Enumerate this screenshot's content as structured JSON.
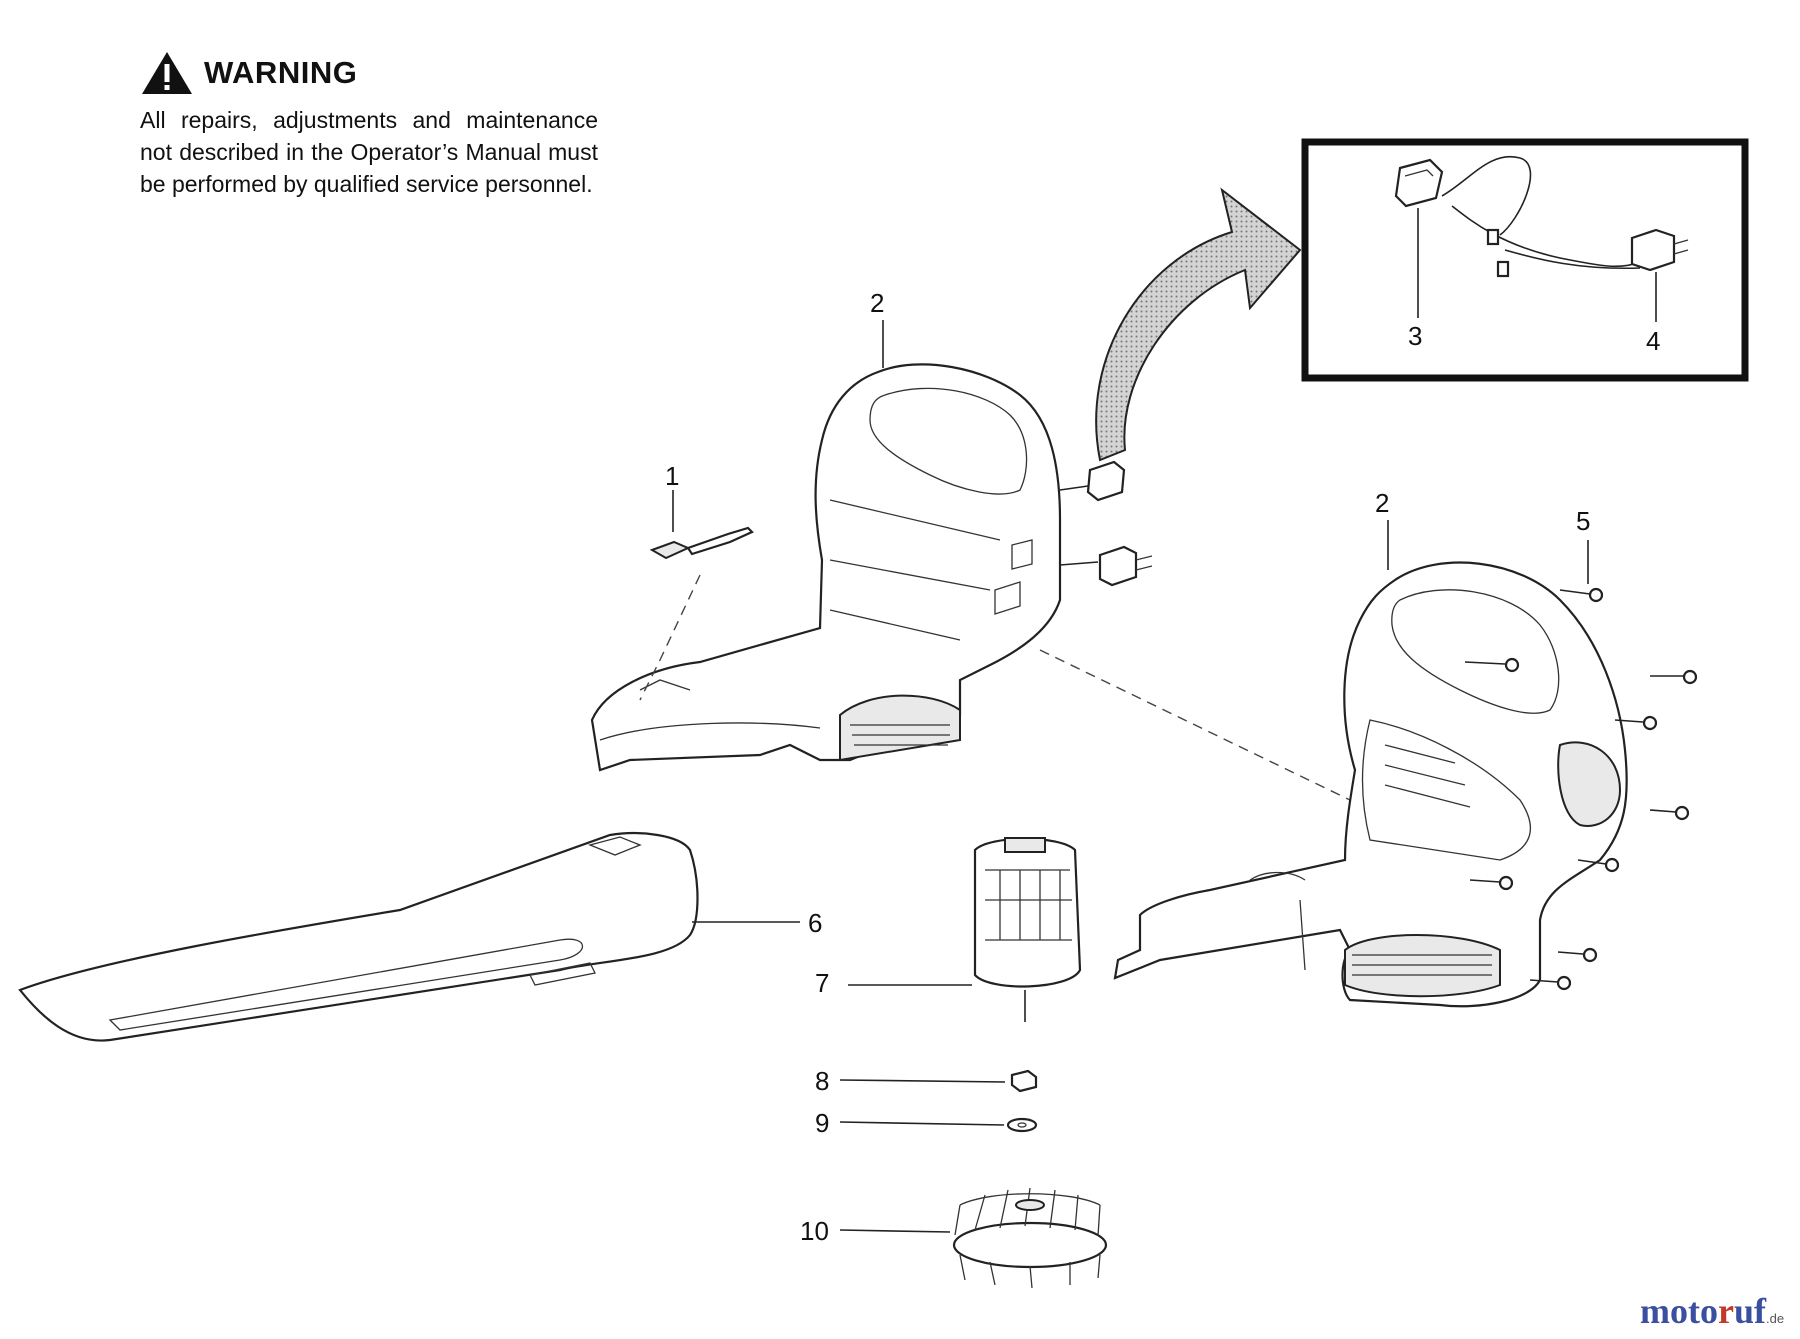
{
  "warning": {
    "title": "WARNING",
    "text": "All repairs, adjustments and maintenance not described in the Operator’s Manual must be performed by qualified  service personnel."
  },
  "callouts": {
    "c1": "1",
    "c2a": "2",
    "c2b": "2",
    "c3": "3",
    "c4": "4",
    "c5": "5",
    "c6": "6",
    "c7": "7",
    "c8": "8",
    "c9": "9",
    "c10": "10"
  },
  "brand": {
    "name": "motoruf",
    "tld": ".de",
    "color_main": "#3a4fa0",
    "color_accent": "#c0392b"
  },
  "icons": {
    "warning": "warning-triangle-icon"
  }
}
